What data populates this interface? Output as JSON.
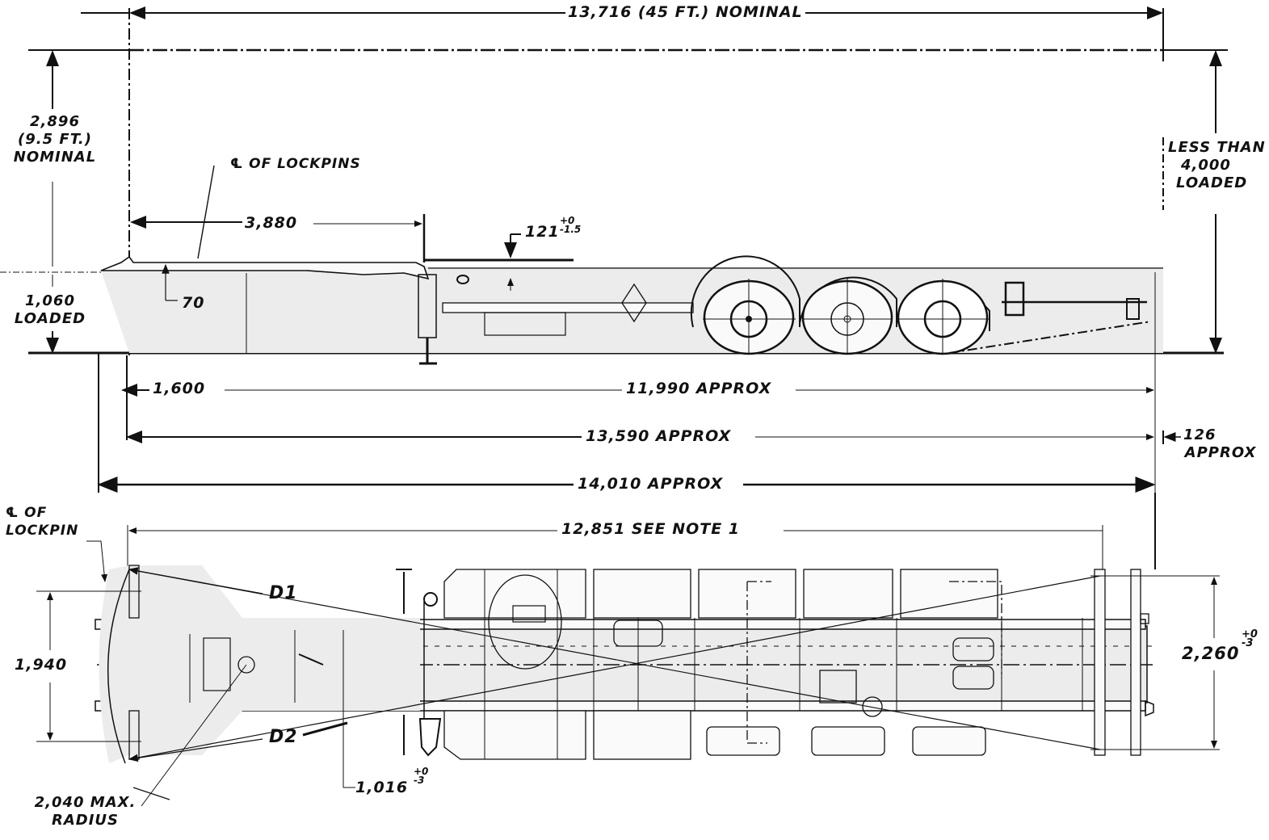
{
  "drawing": {
    "subject": "45 ft container chassis — side elevation and plan view",
    "units": "mm",
    "colors": {
      "ink": "#111111",
      "fill": "#ececec",
      "paper": "#ffffff"
    }
  },
  "side_view": {
    "overall_length": "13,716 (45 FT.) NOMINAL",
    "container_height": {
      "value": "2,896",
      "feet": "(9.5 FT.)",
      "note": "NOMINAL"
    },
    "overall_height": {
      "line1": "LESS THAN",
      "line2": "4,000",
      "line3": "LOADED"
    },
    "deck_height": {
      "value": "1,060",
      "note": "LOADED"
    },
    "lockpin_note": "℄ OF LOCKPINS",
    "lockpin_to_gooseneck": "3,880",
    "gooseneck_drop": {
      "value": "70"
    },
    "gooseneck_height": {
      "value": "121",
      "tol_plus": "+0",
      "tol_minus": "-1.5"
    },
    "kingpin_setback": "1,600",
    "kingpin_to_rear": "11,990 APPROX",
    "frame_length": "13,590 APPROX",
    "overall_chassis_length": "14,010 APPROX",
    "rear_overhang": {
      "value": "126",
      "note": "APPROX"
    }
  },
  "plan_view": {
    "lockpin_note": {
      "line1": "℄ OF",
      "line2": "LOCKPIN"
    },
    "lockpin_spacing_long": "12,851 SEE NOTE 1",
    "front_lockpin_width": "1,940",
    "rear_lockpin_width": {
      "value": "2,260",
      "tol_plus": "+0",
      "tol_minus": "-3"
    },
    "kingpin_offset": {
      "value": "1,016",
      "tol_plus": "+0",
      "tol_minus": "-3"
    },
    "diagonal_1": "D1",
    "diagonal_2": "D2",
    "swing_radius": {
      "line1": "2,040 MAX.",
      "line2": "RADIUS"
    }
  }
}
